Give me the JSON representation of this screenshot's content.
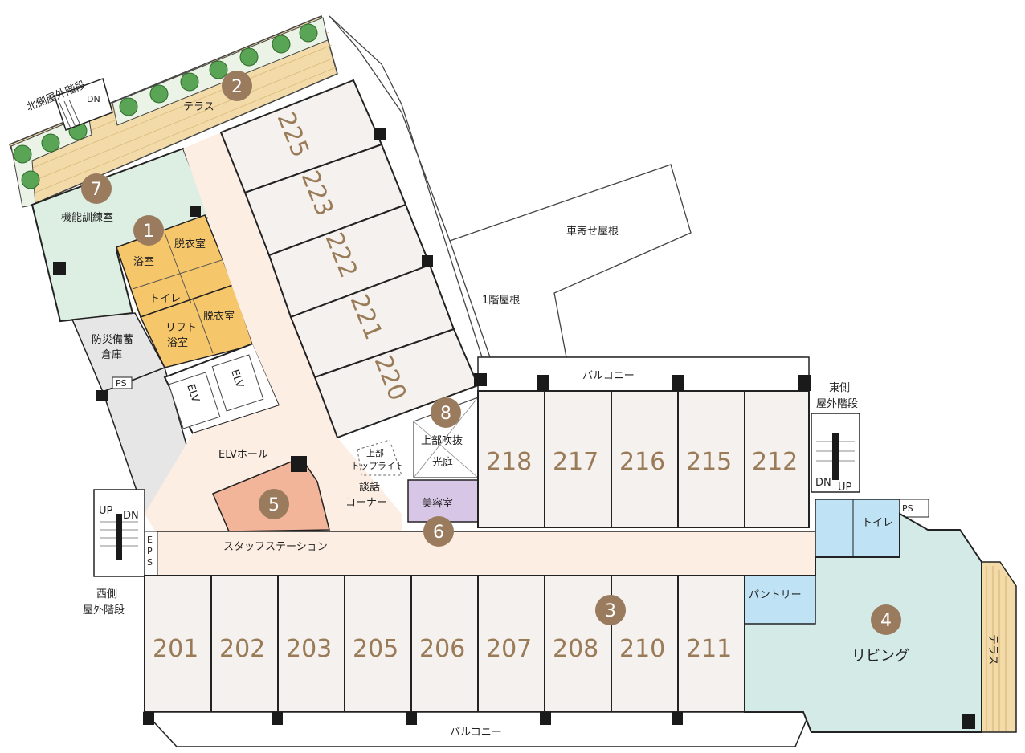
{
  "colors": {
    "guest_room": "#f4f1ee",
    "corridor": "#fdeee4",
    "bath": "#f6c66a",
    "training": "#dcefe2",
    "living": "#d3eae6",
    "staff": "#f3b59a",
    "beauty": "#d8c6e6",
    "toilet": "#bfe3f5",
    "terrace_wood": "#f2dba8",
    "marker": "#9a7b5e",
    "room_number": "#9a7b58"
  },
  "rooms_bottom": [
    "201",
    "202",
    "203",
    "205",
    "206",
    "207",
    "208",
    "210",
    "211"
  ],
  "rooms_top": [
    "218",
    "217",
    "216",
    "215",
    "212"
  ],
  "rooms_diagonal": [
    "225",
    "223",
    "222",
    "221",
    "220"
  ],
  "labels": {
    "north_stairs": "北側屋外階段",
    "dn": "DN",
    "up": "UP",
    "terrace_north": "テラス",
    "training_room": "機能訓練室",
    "bath": "浴室",
    "changing_room_1": "脱衣室",
    "toilet_small": "トイレ",
    "lift_bath_1": "リフト",
    "lift_bath_2": "浴室",
    "changing_room_2": "脱衣室",
    "disaster_storage_1": "防災備蓄",
    "disaster_storage_2": "倉庫",
    "ps": "PS",
    "elv": "ELV",
    "elv_hall": "ELVホール",
    "eps": "EPS",
    "staff_station": "スタッフステーション",
    "west_stairs_1": "西側",
    "west_stairs_2": "屋外階段",
    "skylight_1": "上部",
    "skylight_2": "トップライト",
    "lounge_1": "談話",
    "lounge_2": "コーナー",
    "atrium_1": "上部吹抜",
    "atrium_2": "光庭",
    "beauty_salon": "美容室",
    "carport_roof": "車寄せ屋根",
    "first_floor_roof": "1階屋根",
    "balcony_top": "バルコニー",
    "balcony_bottom": "バルコニー",
    "east_stairs_1": "東側",
    "east_stairs_2": "屋外階段",
    "toilet": "トイレ",
    "ps_east": "PS",
    "pantry": "パントリー",
    "living": "リビング",
    "terrace_east": "テラス"
  },
  "markers": [
    "1",
    "2",
    "3",
    "4",
    "5",
    "6",
    "7",
    "8"
  ]
}
